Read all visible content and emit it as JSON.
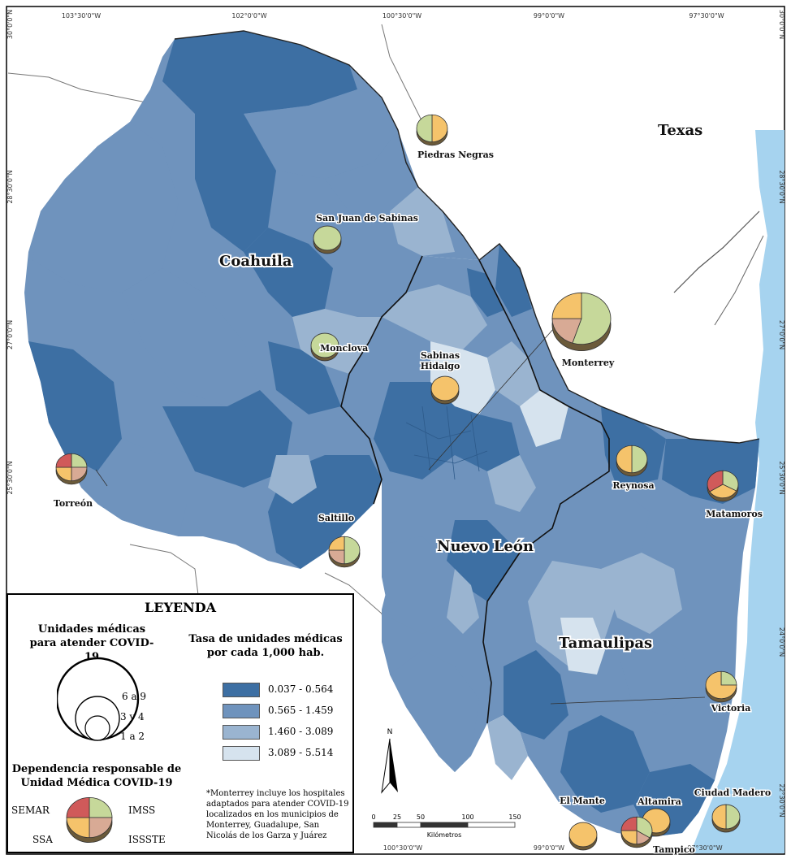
{
  "coords": {
    "top": [
      "103°30'0\"W",
      "102°0'0\"W",
      "100°30'0\"W",
      "99°0'0\"W",
      "97°30'0\"W"
    ],
    "bottom": [
      "100°30'0\"W",
      "99°0'0\"W",
      "97°30'0\"W"
    ],
    "left": [
      "30°0'0\"N",
      "28°30'0\"N",
      "27°0'0\"N",
      "25°30'0\"N",
      "24°0'0\"N"
    ],
    "right": [
      "30°0'0\"N",
      "28°30'0\"N",
      "27°0'0\"N",
      "25°30'0\"N",
      "24°0'0\"N",
      "22°30'0\"N"
    ]
  },
  "states": {
    "coahuila": "Coahuila",
    "nuevo_leon": "Nuevo León",
    "tamaulipas": "Tamaulipas",
    "texas": "Texas"
  },
  "cities": [
    {
      "name": "Piedras Negras",
      "units": "3 y 4",
      "slices": [
        {
          "dep": "SSA",
          "share": 0.5
        },
        {
          "dep": "IMSS",
          "share": 0.5
        }
      ]
    },
    {
      "name": "San Juan de Sabinas",
      "units": "1 a 2",
      "slices": [
        {
          "dep": "IMSS",
          "share": 1.0
        }
      ]
    },
    {
      "name": "Monclova",
      "units": "1 a 2",
      "slices": [
        {
          "dep": "IMSS",
          "share": 1.0
        }
      ]
    },
    {
      "name": "Sabinas Hidalgo",
      "units": "1 a 2",
      "slices": [
        {
          "dep": "SSA",
          "share": 1.0
        }
      ]
    },
    {
      "name": "Monterrey",
      "units": "6 a 9",
      "slices": [
        {
          "dep": "IMSS",
          "share": 0.55
        },
        {
          "dep": "ISSSTE",
          "share": 0.2
        },
        {
          "dep": "SSA",
          "share": 0.25
        }
      ]
    },
    {
      "name": "Torreón",
      "units": "3 y 4",
      "slices": [
        {
          "dep": "IMSS",
          "share": 0.25
        },
        {
          "dep": "ISSSTE",
          "share": 0.25
        },
        {
          "dep": "SSA",
          "share": 0.25
        },
        {
          "dep": "SEMAR",
          "share": 0.25
        }
      ]
    },
    {
      "name": "Reynosa",
      "units": "3 y 4",
      "slices": [
        {
          "dep": "IMSS",
          "share": 0.5
        },
        {
          "dep": "SSA",
          "share": 0.5
        }
      ]
    },
    {
      "name": "Matamoros",
      "units": "3 y 4",
      "slices": [
        {
          "dep": "IMSS",
          "share": 0.33
        },
        {
          "dep": "SSA",
          "share": 0.33
        },
        {
          "dep": "SEMAR",
          "share": 0.34
        }
      ]
    },
    {
      "name": "Saltillo",
      "units": "3 y 4",
      "slices": [
        {
          "dep": "IMSS",
          "share": 0.5
        },
        {
          "dep": "ISSSTE",
          "share": 0.25
        },
        {
          "dep": "SSA",
          "share": 0.25
        }
      ]
    },
    {
      "name": "Victoria",
      "units": "3 y 4",
      "slices": [
        {
          "dep": "IMSS",
          "share": 0.25
        },
        {
          "dep": "SSA",
          "share": 0.75
        }
      ]
    },
    {
      "name": "El Mante",
      "units": "1 a 2",
      "slices": [
        {
          "dep": "SSA",
          "share": 1.0
        }
      ]
    },
    {
      "name": "Altamira",
      "units": "1 a 2",
      "slices": [
        {
          "dep": "SSA",
          "share": 1.0
        }
      ]
    },
    {
      "name": "Ciudad Madero",
      "units": "1 a 2",
      "slices": [
        {
          "dep": "IMSS",
          "share": 0.5
        },
        {
          "dep": "SSA",
          "share": 0.5
        }
      ]
    },
    {
      "name": "Tampico",
      "units": "3 y 4",
      "slices": [
        {
          "dep": "IMSS",
          "share": 0.34
        },
        {
          "dep": "ISSSTE",
          "share": 0.16
        },
        {
          "dep": "SSA",
          "share": 0.25
        },
        {
          "dep": "SEMAR",
          "share": 0.25
        }
      ]
    }
  ],
  "legend": {
    "title": "LEYENDA",
    "size_title": "Unidades médicas para atender COVID-19",
    "sizes": [
      "6 a 9",
      "3 y 4",
      "1 a 2"
    ],
    "rate_title": "Tasa de unidades médicas por cada 1,000 hab.",
    "classes": [
      {
        "label": "0.037 - 0.564",
        "color": "#3d6fa3"
      },
      {
        "label": "0.565 - 1.459",
        "color": "#6f93bd"
      },
      {
        "label": "1.460 - 3.089",
        "color": "#9ab4d0"
      },
      {
        "label": "3.089 - 5.514",
        "color": "#d6e3ee"
      }
    ],
    "dep_title": "Dependencia responsable de Unidad Médica COVID-19",
    "deps": [
      {
        "name": "SEMAR",
        "color": "#d05a5a"
      },
      {
        "name": "IMSS",
        "color": "#c6d89a"
      },
      {
        "name": "SSA",
        "color": "#f5c36b"
      },
      {
        "name": "ISSSTE",
        "color": "#d8aa95"
      }
    ],
    "note": "*Monterrey incluye los hospitales adaptados para atender COVID-19 localizados en los municipios de Monterrey, Guadalupe, San Nicolás de los Garza y Juárez"
  },
  "scale": {
    "ticks": [
      "0",
      "25",
      "50",
      "100",
      "150"
    ],
    "unit": "Kilómetros",
    "north": "N"
  },
  "colors": {
    "sea": "#a6d3ef",
    "land": "#ffffff",
    "border": "#111111"
  }
}
